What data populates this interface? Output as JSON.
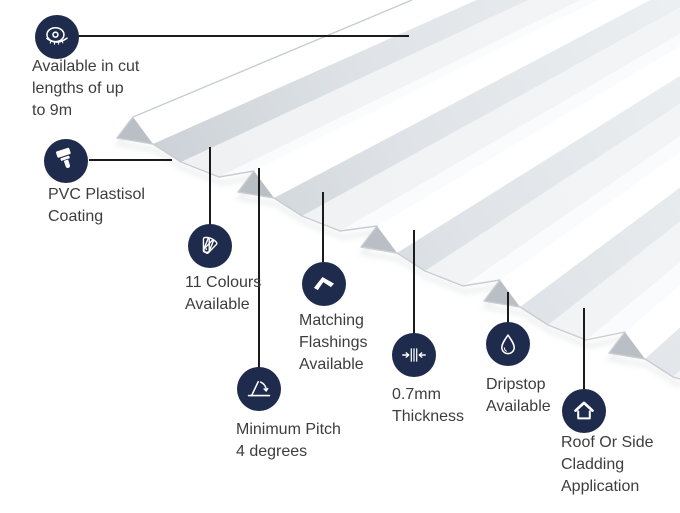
{
  "palette": {
    "navy": "#1e2b4d",
    "text": "#3d3d3d",
    "connector": "#1b1b1b",
    "background": "#ffffff",
    "sheet_edge": "#c8cdd2",
    "sheet_shade": "#c3c9cf",
    "sheet_pan": "#f2f3f5",
    "sheet_white": "#ffffff"
  },
  "features": [
    {
      "icon": "tape-measure-icon",
      "label": "Available in cut\nlengths of up\nto 9m"
    },
    {
      "icon": "paintbrush-icon",
      "label": "PVC Plastisol\nCoating"
    },
    {
      "icon": "colour-swatch-fan-icon",
      "label": "11 Colours\nAvailable"
    },
    {
      "icon": "flashing-icon",
      "label": "Matching\nFlashings\nAvailable"
    },
    {
      "icon": "pitch-angle-icon",
      "label": "Minimum Pitch\n4 degrees"
    },
    {
      "icon": "thickness-icon",
      "label": "0.7mm\nThickness"
    },
    {
      "icon": "water-drop-icon",
      "label": "Dripstop\nAvailable"
    },
    {
      "icon": "house-icon",
      "label": "Roof Or Side\nCladding\nApplication"
    }
  ]
}
